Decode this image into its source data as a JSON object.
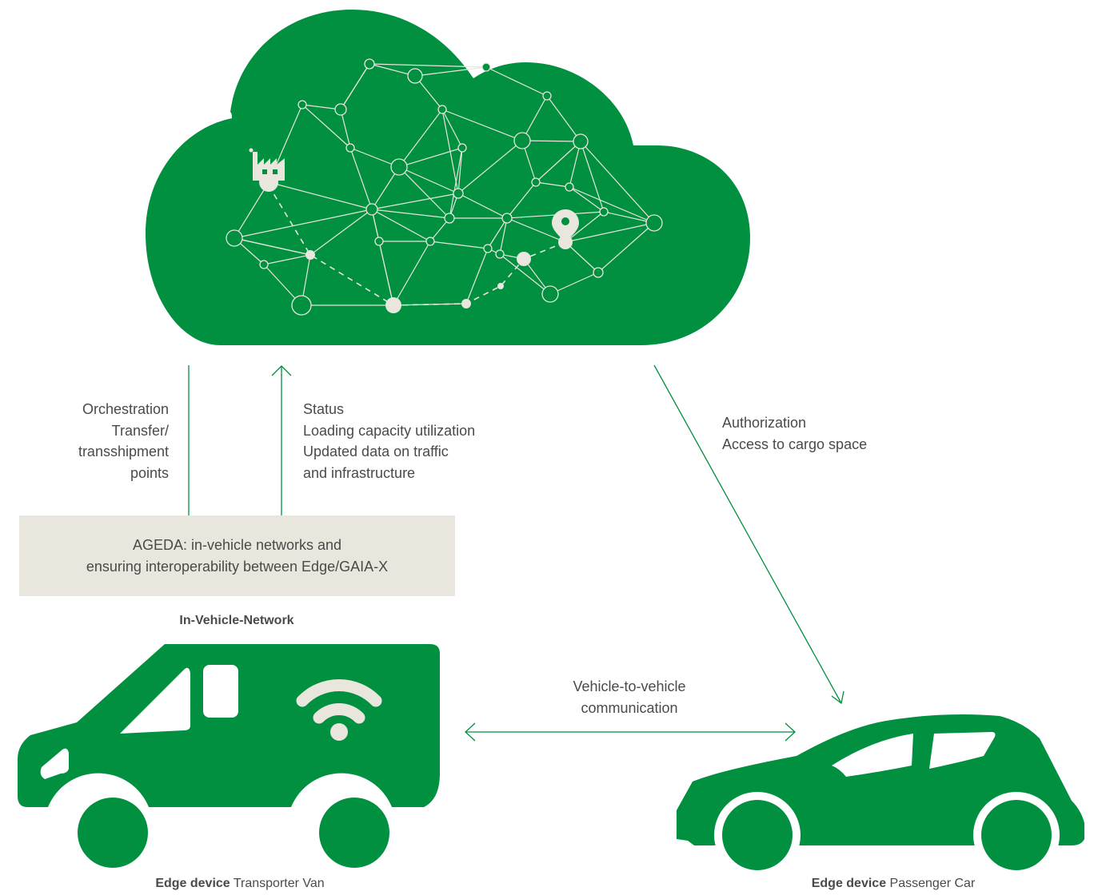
{
  "colors": {
    "green": "#009040",
    "node": "#e8e6dd",
    "box": "#e8e6dd",
    "text": "#4a4a4a"
  },
  "icons": {
    "factory": "factory-icon",
    "location": "location-pin-icon",
    "wifi": "wifi-icon",
    "van": "van-icon",
    "car": "car-icon",
    "cloud": "cloud-icon"
  },
  "labels": {
    "orchestration": [
      "Orchestration",
      "Transfer/",
      "transshipment",
      "points"
    ],
    "status": [
      "Status",
      "Loading capacity utilization",
      "Updated data on traffic",
      "and infrastructure"
    ],
    "authorization": [
      "Authorization",
      "Access to cargo space"
    ],
    "ageda": [
      "AGEDA: in-vehicle networks and",
      "ensuring interoperability between Edge/GAIA-X"
    ],
    "in_vehicle_network": "In-Vehicle-Network",
    "v2v": [
      "Vehicle-to-vehicle",
      "communication"
    ],
    "van_caption_bold": "Edge device",
    "van_caption": "Transporter Van",
    "car_caption_bold": "Edge device",
    "car_caption": "Passenger Car"
  }
}
